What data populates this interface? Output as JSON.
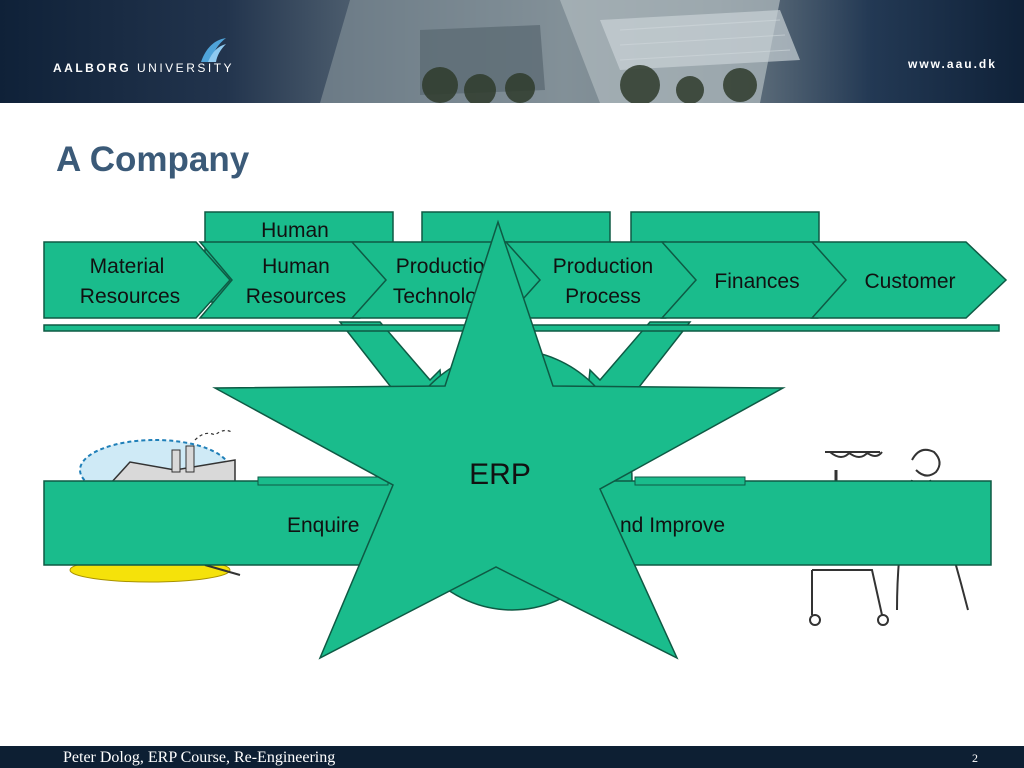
{
  "header": {
    "university_bold": "AALBORG",
    "university_light": "UNIVERSITY",
    "url": "www.aau.dk"
  },
  "slide": {
    "title": "A Company"
  },
  "diagram": {
    "back_boxes": [
      {
        "line1": "Human",
        "line2": ""
      }
    ],
    "chevrons": [
      {
        "line1": "Material",
        "line2": "Resources"
      },
      {
        "line1": "Human",
        "line2": "Resources"
      },
      {
        "line1": "Production",
        "line2": "Technology"
      },
      {
        "line1": "Production",
        "line2": "Process"
      },
      {
        "line1": "Finances",
        "line2": ""
      },
      {
        "line1": "Customer",
        "line2": ""
      }
    ],
    "bottom_bar_left": "Enquire",
    "bottom_bar_right": "nd Improve",
    "star_label": "ERP"
  },
  "colors": {
    "shape_fill": "#1abc8c",
    "shape_stroke": "#0e5a44",
    "title": "#3b5a78",
    "footer_bg": "#0d1f33"
  },
  "footer": {
    "text": "Peter Dolog, ERP Course, Re-Engineering",
    "page": "2"
  }
}
